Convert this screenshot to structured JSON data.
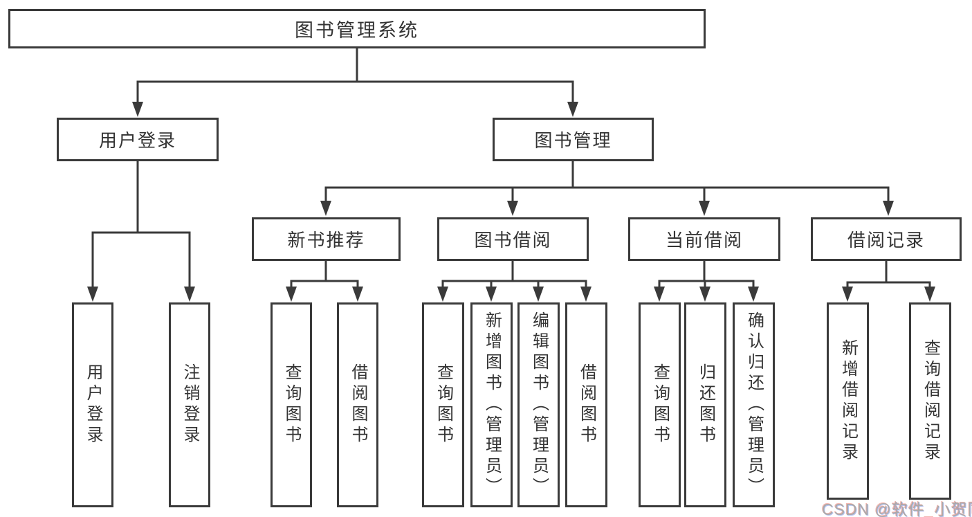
{
  "diagram": {
    "title": "图书管理系统",
    "nodes": {
      "root": "图书管理系统",
      "user_login": "用户登录",
      "book_mgmt": "图书管理",
      "new_book_rec": "新书推荐",
      "book_borrow": "图书借阅",
      "current_borrow": "当前借阅",
      "borrow_records": "借阅记录"
    },
    "leaves": {
      "user_login_children": [
        "用户登录",
        "注销登录"
      ],
      "new_book_rec_children": [
        "查询图书",
        "借阅图书"
      ],
      "book_borrow_children": [
        "查询图书",
        "新增图书（管理员）",
        "编辑图书（管理员）",
        "借阅图书"
      ],
      "current_borrow_children": [
        "查询图书",
        "归还图书",
        "确认归还（管理员）"
      ],
      "borrow_records_children": [
        "新增借阅记录",
        "查询借阅记录"
      ]
    },
    "watermark": "CSDN @软件_小贺同学",
    "colors": {
      "line": "#3a3a3a",
      "text": "#333333",
      "background": "#ffffff",
      "watermark": "#aaaaaa"
    }
  }
}
